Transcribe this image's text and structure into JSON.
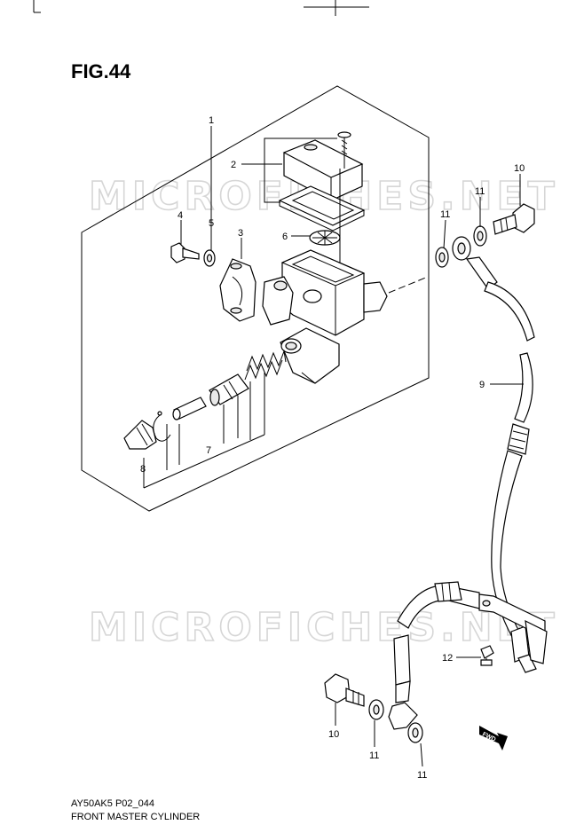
{
  "figure": {
    "title": "FIG.44",
    "model_code": "AY50AK5 P02_044",
    "section_title": "FRONT MASTER CYLINDER"
  },
  "watermark": {
    "text": "MICROFICHES.NET"
  },
  "fwd_arrow": {
    "label": "FWD"
  },
  "callouts": [
    {
      "number": "1"
    },
    {
      "number": "2"
    },
    {
      "number": "3"
    },
    {
      "number": "4"
    },
    {
      "number": "5"
    },
    {
      "number": "6"
    },
    {
      "number": "7"
    },
    {
      "number": "8"
    },
    {
      "number": "9"
    },
    {
      "number": "10"
    },
    {
      "number": "11"
    },
    {
      "number": "11"
    },
    {
      "number": "12"
    },
    {
      "number": "10"
    },
    {
      "number": "11"
    },
    {
      "number": "11"
    }
  ]
}
